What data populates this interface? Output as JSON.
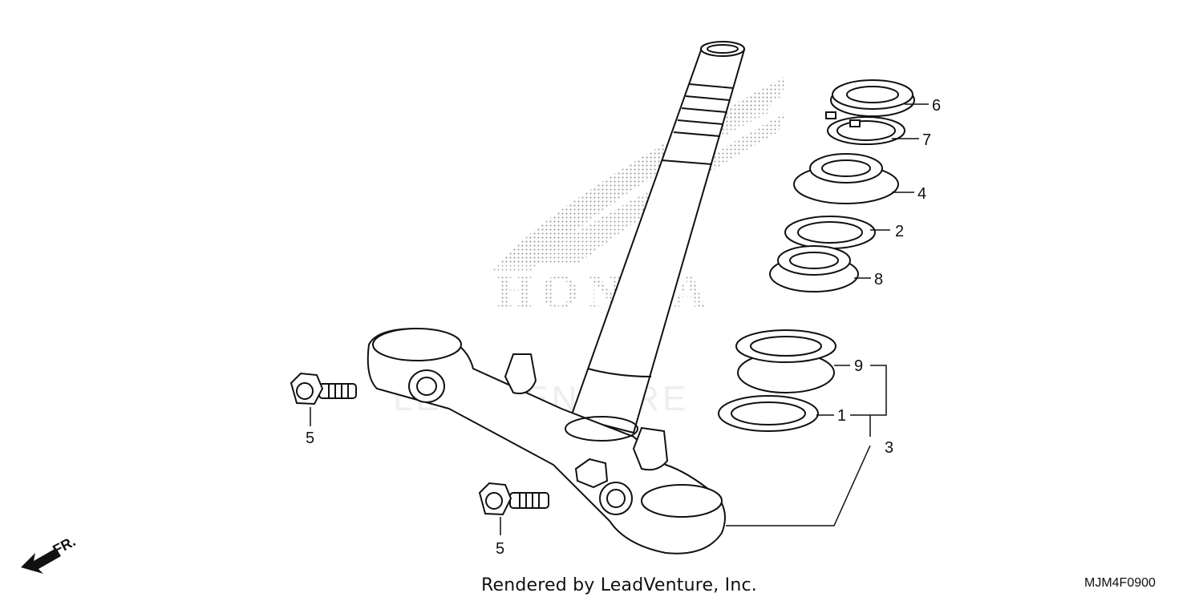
{
  "diagram": {
    "watermark": "HONDA",
    "watermark_secondary": "LEADVENTURE",
    "front_indicator": "FR.",
    "callouts": {
      "c1": "1",
      "c2": "2",
      "c3": "3",
      "c4": "4",
      "c5a": "5",
      "c5b": "5",
      "c6": "6",
      "c7": "7",
      "c8": "8",
      "c9": "9"
    },
    "credit": "Rendered by LeadVenture, Inc.",
    "drawing_code": "MJM4F0900"
  }
}
